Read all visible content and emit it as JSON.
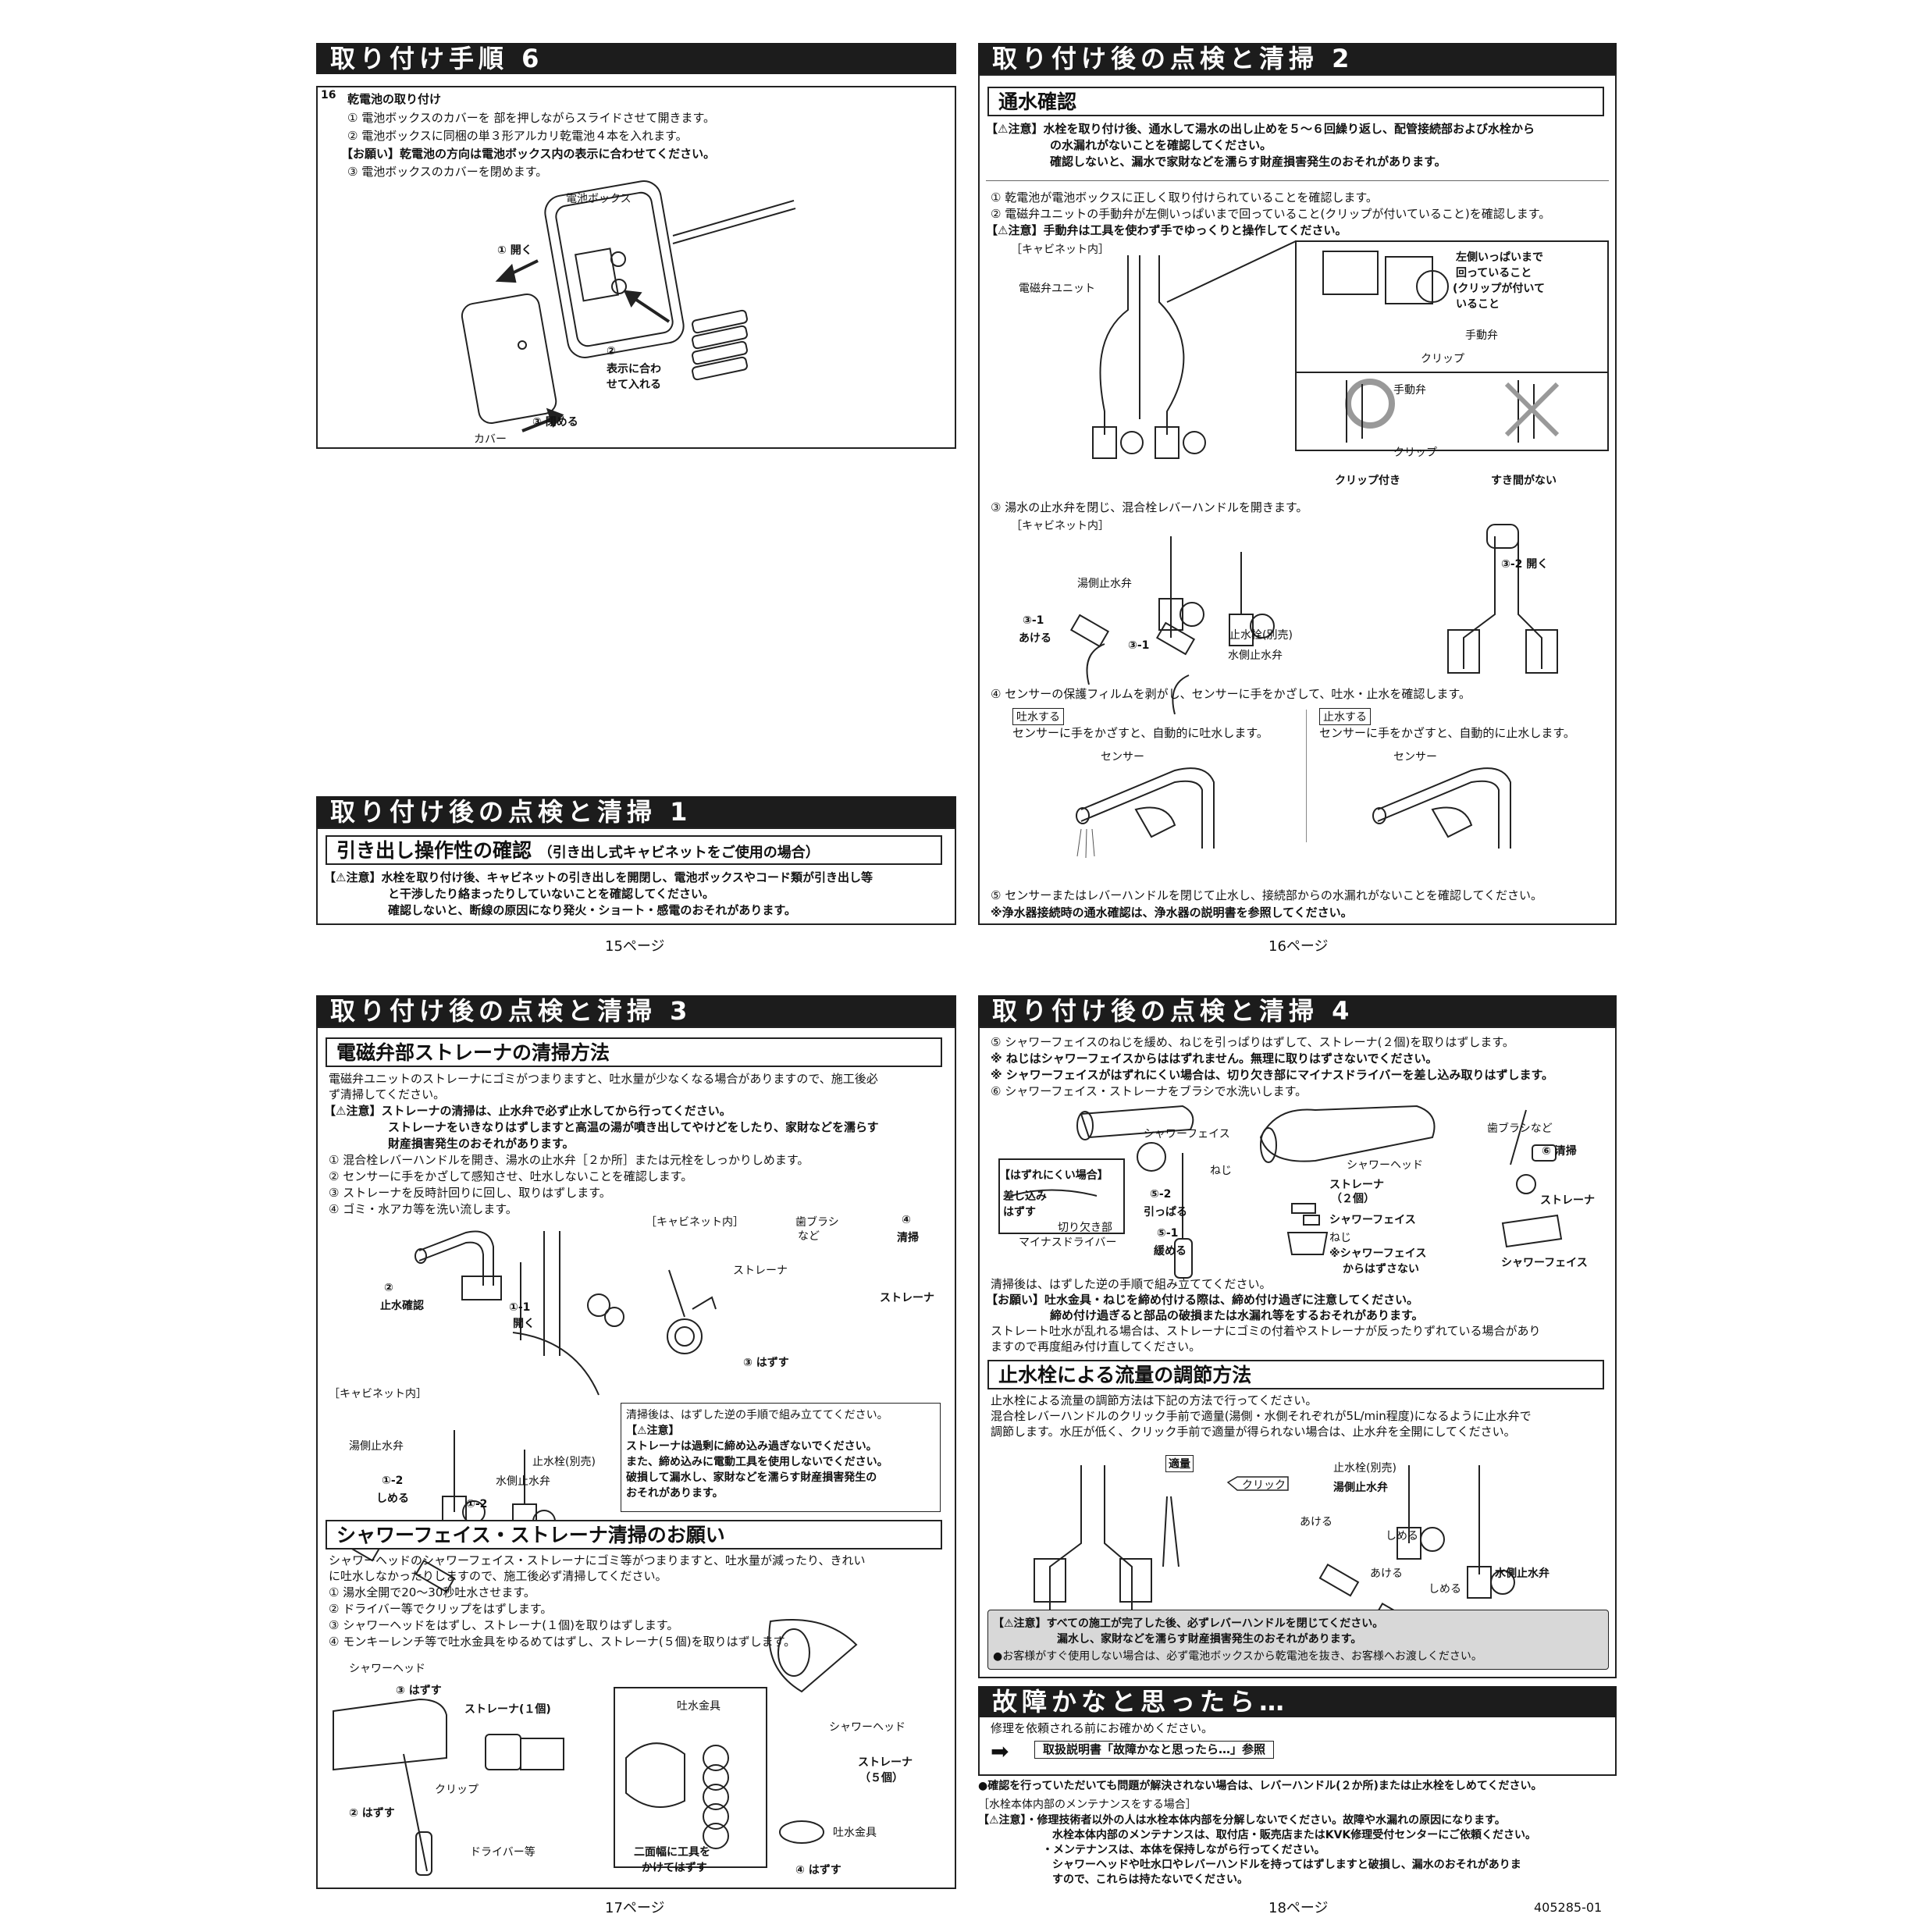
{
  "p15": {
    "header1": "取り付け手順 6",
    "step_no": "16",
    "step_title": "乾電池の取り付け",
    "step1": "① 電池ボックスのカバーを 部を押しながらスライドさせて開きます。",
    "step2": "② 電池ボックスに同梱の単３形アルカリ乾電池４本を入れます。",
    "request": "【お願い】乾電池の方向は電池ボックス内の表示に合わせてください。",
    "step3": "③ 電池ボックスのカバーを閉めます。",
    "fig": {
      "box": "電池ボックス",
      "open": "① 開く",
      "insert1": "②",
      "insert2": "表示に合わ",
      "insert3": "せて入れる",
      "close": "③ 閉める",
      "cover": "カバー"
    },
    "header2": "取り付け後の点検と清掃 1",
    "sub_title": "引き出し操作性の確認",
    "sub_note": "（引き出し式キャビネットをご使用の場合）",
    "caution1": "【⚠注意】水栓を取り付け後、キャビネットの引き出しを開閉し、電池ボックスやコード類が引き出し等",
    "caution2": "と干渉したり絡まったりしていないことを確認してください。",
    "caution3": "確認しないと、断線の原因になり発火・ショート・感電のおそれがあります。",
    "page": "15ページ"
  },
  "p16": {
    "header": "取り付け後の点検と清掃 2",
    "sub_title": "通水確認",
    "caution1": "【⚠注意】水栓を取り付け後、通水して湯水の出し止めを５～６回繰り返し、配管接続部および水栓から",
    "caution2": "の水漏れがないことを確認してください。",
    "caution3": "確認しないと、漏水で家財などを濡らす財産損害発生のおそれがあります。",
    "s1": "① 乾電池が電池ボックスに正しく取り付けられていることを確認します。",
    "s2": "② 電磁弁ユニットの手動弁が左側いっぱいまで回っていること(クリップが付いていること)を確認します。",
    "s2c": "【⚠注意】手動弁は工具を使わず手でゆっくりと操作してください。",
    "cab": "［キャビネット内］",
    "unit": "電磁弁ユニット",
    "left1": "左側いっぱいまで",
    "left2": "回っていること",
    "left3": "(クリップが付いて",
    "left4": "いること",
    "manual": "手動弁",
    "clip": "クリップ",
    "manual2": "手動弁",
    "clip2": "クリップ",
    "ok": "クリップ付き",
    "ng": "すき間がない",
    "s3": "③ 湯水の止水弁を閉じ、混合栓レバーハンドルを開きます。",
    "cab2": "［キャビネット内］",
    "hot": "湯側止水弁",
    "open31a": "③-1",
    "open31b": "あける",
    "open31c": "③-1",
    "stop": "止水栓(別売)",
    "cold": "水側止水弁",
    "open32": "③-2 開く",
    "s4": "④ センサーの保護フィルムを剥がし、センサーに手をかざして、吐水・止水を確認します。",
    "on_tag": "吐水する",
    "on_text": "センサーに手をかざすと、自動的に吐水します。",
    "off_tag": "止水する",
    "off_text": "センサーに手をかざすと、自動的に止水します。",
    "sensor1": "センサー",
    "sensor2": "センサー",
    "s5": "⑤ センサーまたはレバーハンドルを閉じて止水し、接続部からの水漏れがないことを確認してください。",
    "note": "※浄水器接続時の通水確認は、浄水器の説明書を参照してください。",
    "page": "16ページ"
  },
  "p17": {
    "header": "取り付け後の点検と清掃 3",
    "sub1": "電磁弁部ストレーナの清掃方法",
    "intro1": "電磁弁ユニットのストレーナにゴミがつまりますと、吐水量が少なくなる場合がありますので、施工後必",
    "intro2": "ず清掃してください。",
    "c1": "【⚠注意】ストレーナの清掃は、止水弁で必ず止水してから行ってください。",
    "c2": "ストレーナをいきなりはずしますと高温の湯が噴き出してやけどをしたり、家財などを濡らす",
    "c3": "財産損害発生のおそれがあります。",
    "s1": "① 混合栓レバーハンドルを開き、湯水の止水弁［２か所］または元栓をしっかりしめます。",
    "s2": "② センサーに手をかざして感知させ、吐水しないことを確認します。",
    "s3": "③ ストレーナを反時計回りに回し、取りはずします。",
    "s4": "④ ゴミ・水アカ等を洗い流します。",
    "f_stop1": "②",
    "f_stop2": "止水確認",
    "f_open1": "①-1",
    "f_open2": "開く",
    "f_cab": "［キャビネット内］",
    "f_brush1": "歯ブラシ",
    "f_brush2": "など",
    "f_clean1": "④",
    "f_clean2": "清掃",
    "f_strainer": "ストレーナ",
    "f_strainer2": "ストレーナ",
    "f_remove": "③ はずす",
    "f_cab2": "［キャビネット内］",
    "f_hot": "湯側止水弁",
    "f_close1": "①-2",
    "f_close2": "しめる",
    "f_close3": "①-2",
    "f_stopcock": "止水栓(別売)",
    "f_cold": "水側止水弁",
    "box1": "清掃後は、はずした逆の手順で組み立ててください。",
    "box2": "【⚠注意】",
    "box3": "ストレーナは過剰に締め込み過ぎないでください。",
    "box4": "また、締め込みに電動工具を使用しないでください。",
    "box5": "破損して漏水し、家財などを濡らす財産損害発生の",
    "box6": "おそれがあります。",
    "sub2": "シャワーフェイス・ストレーナ清掃のお願い",
    "i1": "シャワーヘッドのシャワーフェイス・ストレーナにゴミ等がつまりますと、吐水量が減ったり、きれい",
    "i2": "に吐水しなかったりしますので、施工後必ず清掃してください。",
    "t1": "① 湯水全開で20～30秒吐水させます。",
    "t2": "② ドライバー等でクリップをはずします。",
    "t3": "③ シャワーヘッドをはずし、ストレーナ(１個)を取りはずします。",
    "t4": "④ モンキーレンチ等で吐水金具をゆるめてはずし、ストレーナ(５個)を取りはずします。",
    "g_head": "シャワーヘッド",
    "g_remove3": "③ はずす",
    "g_strainer1": "ストレーナ(１個)",
    "g_clip": "クリップ",
    "g_remove2": "② はずす",
    "g_driver": "ドライバー等",
    "g_spout": "吐水金具",
    "g_head2": "シャワーヘッド",
    "g_strainer5a": "ストレーナ",
    "g_strainer5b": "（５個）",
    "g_spout2": "吐水金具",
    "g_tool1": "二面幅に工具を",
    "g_tool2": "かけてはずす",
    "g_remove4": "④ はずす",
    "page": "17ページ"
  },
  "p18": {
    "header": "取り付け後の点検と清掃 4",
    "s5": "⑤ シャワーフェイスのねじを緩め、ねじを引っぱりはずして、ストレーナ(２個)を取りはずします。",
    "n1": "※ ねじはシャワーフェイスからははずれません。無理に取りはずさないでください。",
    "n2": "※ シャワーフェイスがはずれにくい場合は、切り欠き部にマイナスドライバーを差し込み取りはずします。",
    "s6": "⑥ シャワーフェイス・ストレーナをブラシで水洗いします。",
    "f_face": "シャワーフェイス",
    "f_screw": "ねじ",
    "f_hard": "【はずれにくい場合】",
    "f_insert1": "差し込み",
    "f_insert2": "はずす",
    "f_notch": "切り欠き部",
    "f_driver": "マイナスドライバー",
    "f_pull1": "⑤-2",
    "f_pull2": "引っぱる",
    "f_loosen1": "⑤-1",
    "f_loosen2": "緩める",
    "f_head": "シャワーヘッド",
    "f_str2a": "ストレーナ",
    "f_str2b": "（２個）",
    "f_face2": "シャワーフェイス",
    "f_screw2": "ねじ",
    "f_note1": "※シャワーフェイス",
    "f_note2": "からはずさない",
    "f_brush": "歯ブラシなど",
    "f_clean": "⑥ 清掃",
    "f_str": "ストレーナ",
    "f_face3": "シャワーフェイス",
    "after1": "清掃後は、はずした逆の手順で組み立ててください。",
    "after2": "【お願い】吐水金具・ねじを締め付ける際は、締め付け過ぎに注意してください。",
    "after3": "締め付け過ぎると部品の破損または水漏れ等をするおそれがあります。",
    "after4": "ストレート吐水が乱れる場合は、ストレーナにゴミの付着やストレーナが反ったりずれている場合があり",
    "after5": "ますので再度組み付け直してください。",
    "sub": "止水栓による流量の調節方法",
    "r1": "止水栓による流量の調節方法は下記の方法で行ってください。",
    "r2": "混合栓レバーハンドルのクリック手前で適量(湯側・水側それぞれが5L/min程度)になるように止水弁で",
    "r3": "調節します。水圧が低く、クリック手前で適量が得られない場合は、止水弁を全開にしてください。",
    "g_right": "適量",
    "g_click": "クリック",
    "g_stop": "止水栓(別売)",
    "g_hot": "湯側止水弁",
    "g_open": "あける",
    "g_close": "しめる",
    "g_open2": "あける",
    "g_close2": "しめる",
    "g_cold": "水側止水弁",
    "gc1": "【⚠注意】すべての施工が完了した後、必ずレバーハンドルを閉じてください。",
    "gc2": "漏水し、家財などを濡らす財産損害発生のおそれがあります。",
    "gc3": "●お客様がすぐ使用しない場合は、必ず電池ボックスから乾電池を抜き、お客様へお渡しください。",
    "header2": "故障かなと思ったら…",
    "ask": "修理を依頼される前にお確かめください。",
    "ref": "取扱説明書「故障かなと思ったら…」参照",
    "ifnot": "●確認を行っていただいても問題が解決されない場合は、レバーハンドル(２か所)または止水栓をしめてください。",
    "maint": "［水栓本体内部のメンテナンスをする場合］",
    "m1": "【⚠注意】・修理技術者以外の人は水栓本体内部を分解しないでください。故障や水漏れの原因になります。",
    "m2": "水栓本体内部のメンテナンスは、取付店・販売店またはKVK修理受付センターにご依頼ください。",
    "m3": "・メンテナンスは、本体を保持しながら行ってください。",
    "m4": "シャワーヘッドや吐水口やレバーハンドルを持ってはずしますと破損し、漏水のおそれがありま",
    "m5": "すので、これらは持たないでください。",
    "page": "18ページ",
    "code": "405285-01"
  }
}
